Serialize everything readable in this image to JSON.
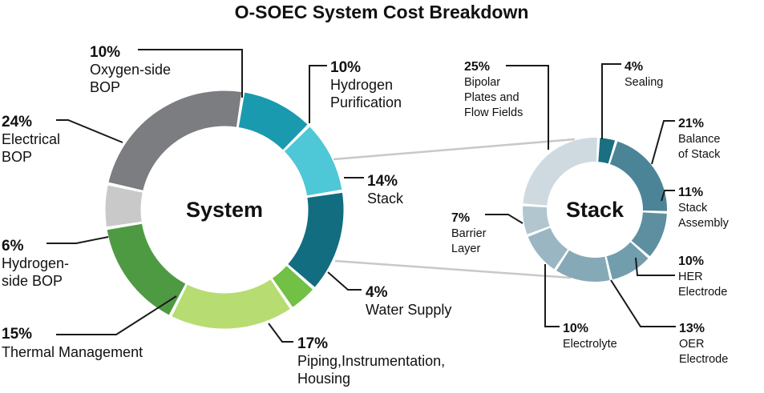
{
  "chart_data": [
    {
      "type": "donut",
      "title": "O-SOEC System Cost Breakdown",
      "center_label": "System",
      "unit": "%",
      "slices": [
        {
          "name": "Oxygen-side BOP",
          "name_lines": [
            "Oxygen-side",
            "BOP"
          ],
          "pct_label": "10%",
          "value": 10,
          "color": "#1a9aae"
        },
        {
          "name": "Hydrogen Purification",
          "name_lines": [
            "Hydrogen",
            "Purification"
          ],
          "pct_label": "10%",
          "value": 10,
          "color": "#4ec7d6"
        },
        {
          "name": "Stack",
          "name_lines": [
            "Stack"
          ],
          "pct_label": "14%",
          "value": 14,
          "color": "#126d80"
        },
        {
          "name": "Water Supply",
          "name_lines": [
            "Water Supply"
          ],
          "pct_label": "4%",
          "value": 4,
          "color": "#72c045"
        },
        {
          "name": "Piping,Instrumentation, Housing",
          "name_lines": [
            "Piping,Instrumentation,",
            "Housing"
          ],
          "pct_label": "17%",
          "value": 17,
          "color": "#b7dd72"
        },
        {
          "name": "Thermal Management",
          "name_lines": [
            "Thermal Management"
          ],
          "pct_label": "15%",
          "value": 15,
          "color": "#4e9a43"
        },
        {
          "name": "Hydrogen-side BOP",
          "name_lines": [
            "Hydrogen-",
            "side BOP"
          ],
          "pct_label": "6%",
          "value": 6,
          "color": "#c9c9c9"
        },
        {
          "name": "Electrical BOP",
          "name_lines": [
            "Electrical",
            "BOP"
          ],
          "pct_label": "24%",
          "value": 24,
          "color": "#7c7d80"
        }
      ]
    },
    {
      "type": "donut",
      "title": "",
      "center_label": "Stack",
      "unit": "%",
      "slices": [
        {
          "name": "Sealing",
          "name_lines": [
            "Sealing"
          ],
          "pct_label": "4%",
          "value": 4,
          "color": "#1a6f82"
        },
        {
          "name": "Balance of Stack",
          "name_lines": [
            "Balance",
            "of Stack"
          ],
          "pct_label": "21%",
          "value": 21,
          "color": "#4c8497"
        },
        {
          "name": "Stack Assembly",
          "name_lines": [
            "Stack",
            "Assembly"
          ],
          "pct_label": "11%",
          "value": 11,
          "color": "#5e8fa1"
        },
        {
          "name": "HER Electrode",
          "name_lines": [
            "HER",
            "Electrode"
          ],
          "pct_label": "10%",
          "value": 10,
          "color": "#729dad"
        },
        {
          "name": "OER Electrode",
          "name_lines": [
            "OER",
            "Electrode"
          ],
          "pct_label": "13%",
          "value": 13,
          "color": "#86a9b7"
        },
        {
          "name": "Electrolyte",
          "name_lines": [
            "Electrolyte"
          ],
          "pct_label": "10%",
          "value": 10,
          "color": "#9ab6c2"
        },
        {
          "name": "Barrier Layer",
          "name_lines": [
            "Barrier",
            "Layer"
          ],
          "pct_label": "7%",
          "value": 7,
          "color": "#b2c6cf"
        },
        {
          "name": "Bipolar Plates and Flow Fields",
          "name_lines": [
            "Bipolar",
            "Plates and",
            "Flow Fields"
          ],
          "pct_label": "25%",
          "value": 25,
          "color": "#cfdae0"
        }
      ]
    }
  ]
}
